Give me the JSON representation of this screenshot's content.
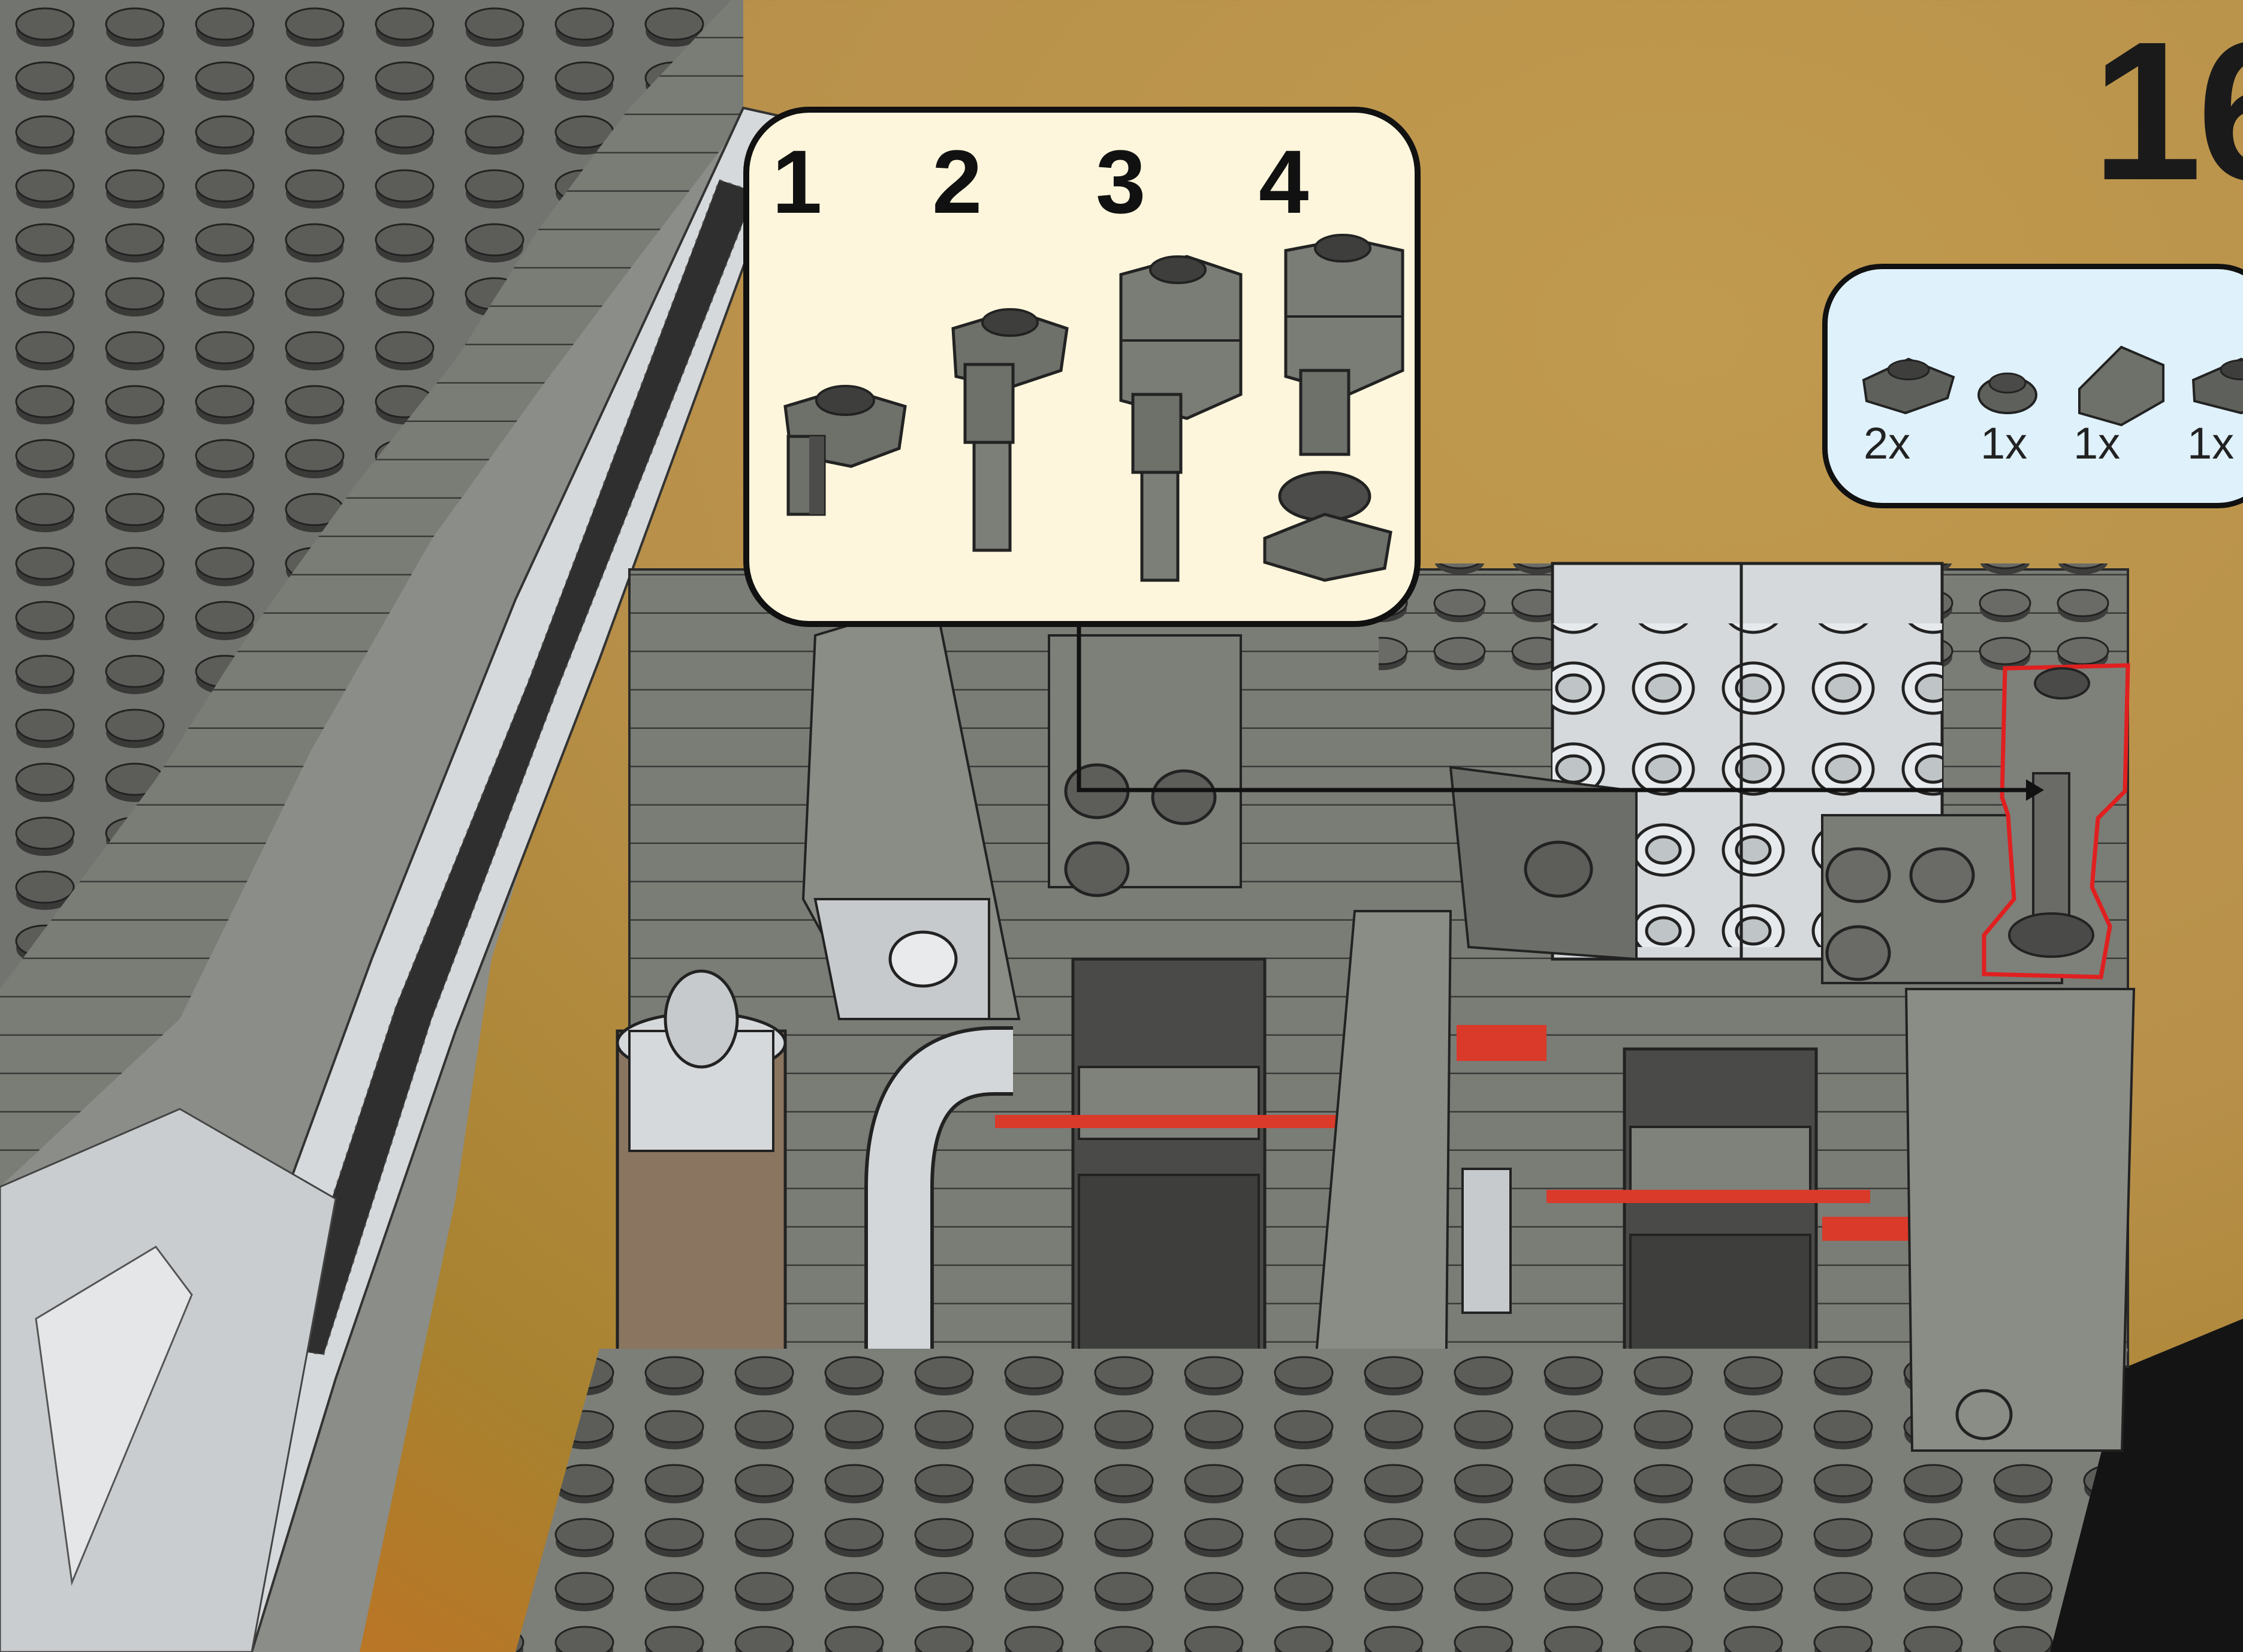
{
  "page": {
    "step_number": "16"
  },
  "callout": {
    "sub_steps": [
      "1",
      "2",
      "3",
      "4"
    ]
  },
  "parts_list": {
    "items": [
      {
        "icon": "plate-1x1-clip-icon",
        "quantity": "2x"
      },
      {
        "icon": "round-plate-1x1-icon",
        "quantity": "1x"
      },
      {
        "icon": "slope-tile-icon",
        "quantity": "1x"
      },
      {
        "icon": "plate-1x1-icon",
        "quantity": "1x"
      }
    ]
  },
  "colors": {
    "background": "#b8904a",
    "callout_bg": "#fdf6dc",
    "parts_bg": "#dff1fb",
    "brick_dark_gray": "#6e706a",
    "brick_light_gray": "#b4b9bd",
    "highlight": "#e02020",
    "accent_red": "#d93a2a"
  }
}
